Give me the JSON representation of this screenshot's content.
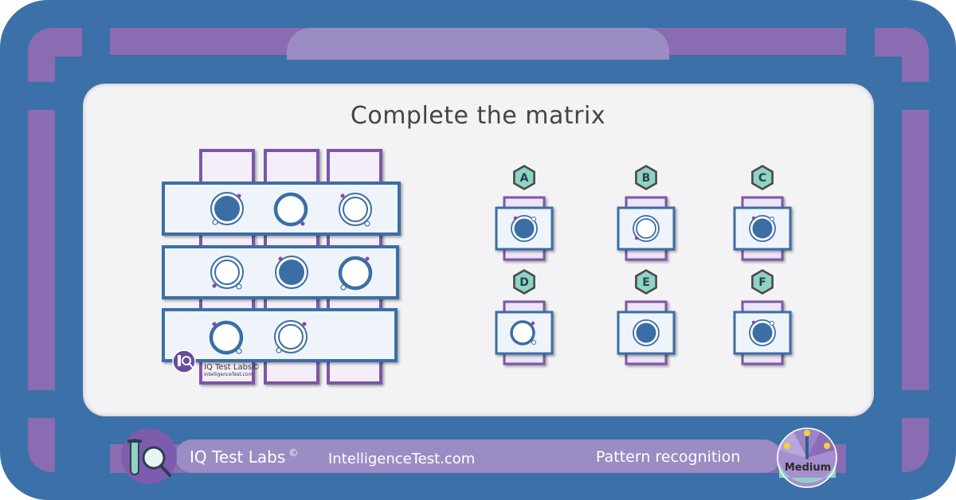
{
  "puzzle": {
    "title": "Complete the matrix",
    "options": [
      {
        "letter": "A",
        "state": "fill-dot"
      },
      {
        "letter": "B",
        "state": "double-ring"
      },
      {
        "letter": "C",
        "state": "fill-dot"
      },
      {
        "letter": "D",
        "state": "ring-dot"
      },
      {
        "letter": "E",
        "state": "fill"
      },
      {
        "letter": "F",
        "state": "fill-dot"
      }
    ]
  },
  "watermark": {
    "brand": "IQ Test Labs©",
    "url": "IntelligenceTest.com"
  },
  "footer": {
    "brand": "IQ Test Labs",
    "copyright": "©",
    "url": "IntelligenceTest.com",
    "category": "Pattern recognition",
    "difficulty": "Medium"
  },
  "colors": {
    "frame": "#3c70a8",
    "accent_purple": "#8a6cb2",
    "panel": "#f3f3f5",
    "card_fill": "#eef4fa",
    "card_border": "#3a6ea5",
    "circle_blue": "#3a6ea5",
    "dot_purple": "#8e44ad",
    "badge_teal": "#8fd3c4"
  },
  "icons": [
    "magnifier-tube-logo-icon",
    "difficulty-gauge-icon"
  ]
}
